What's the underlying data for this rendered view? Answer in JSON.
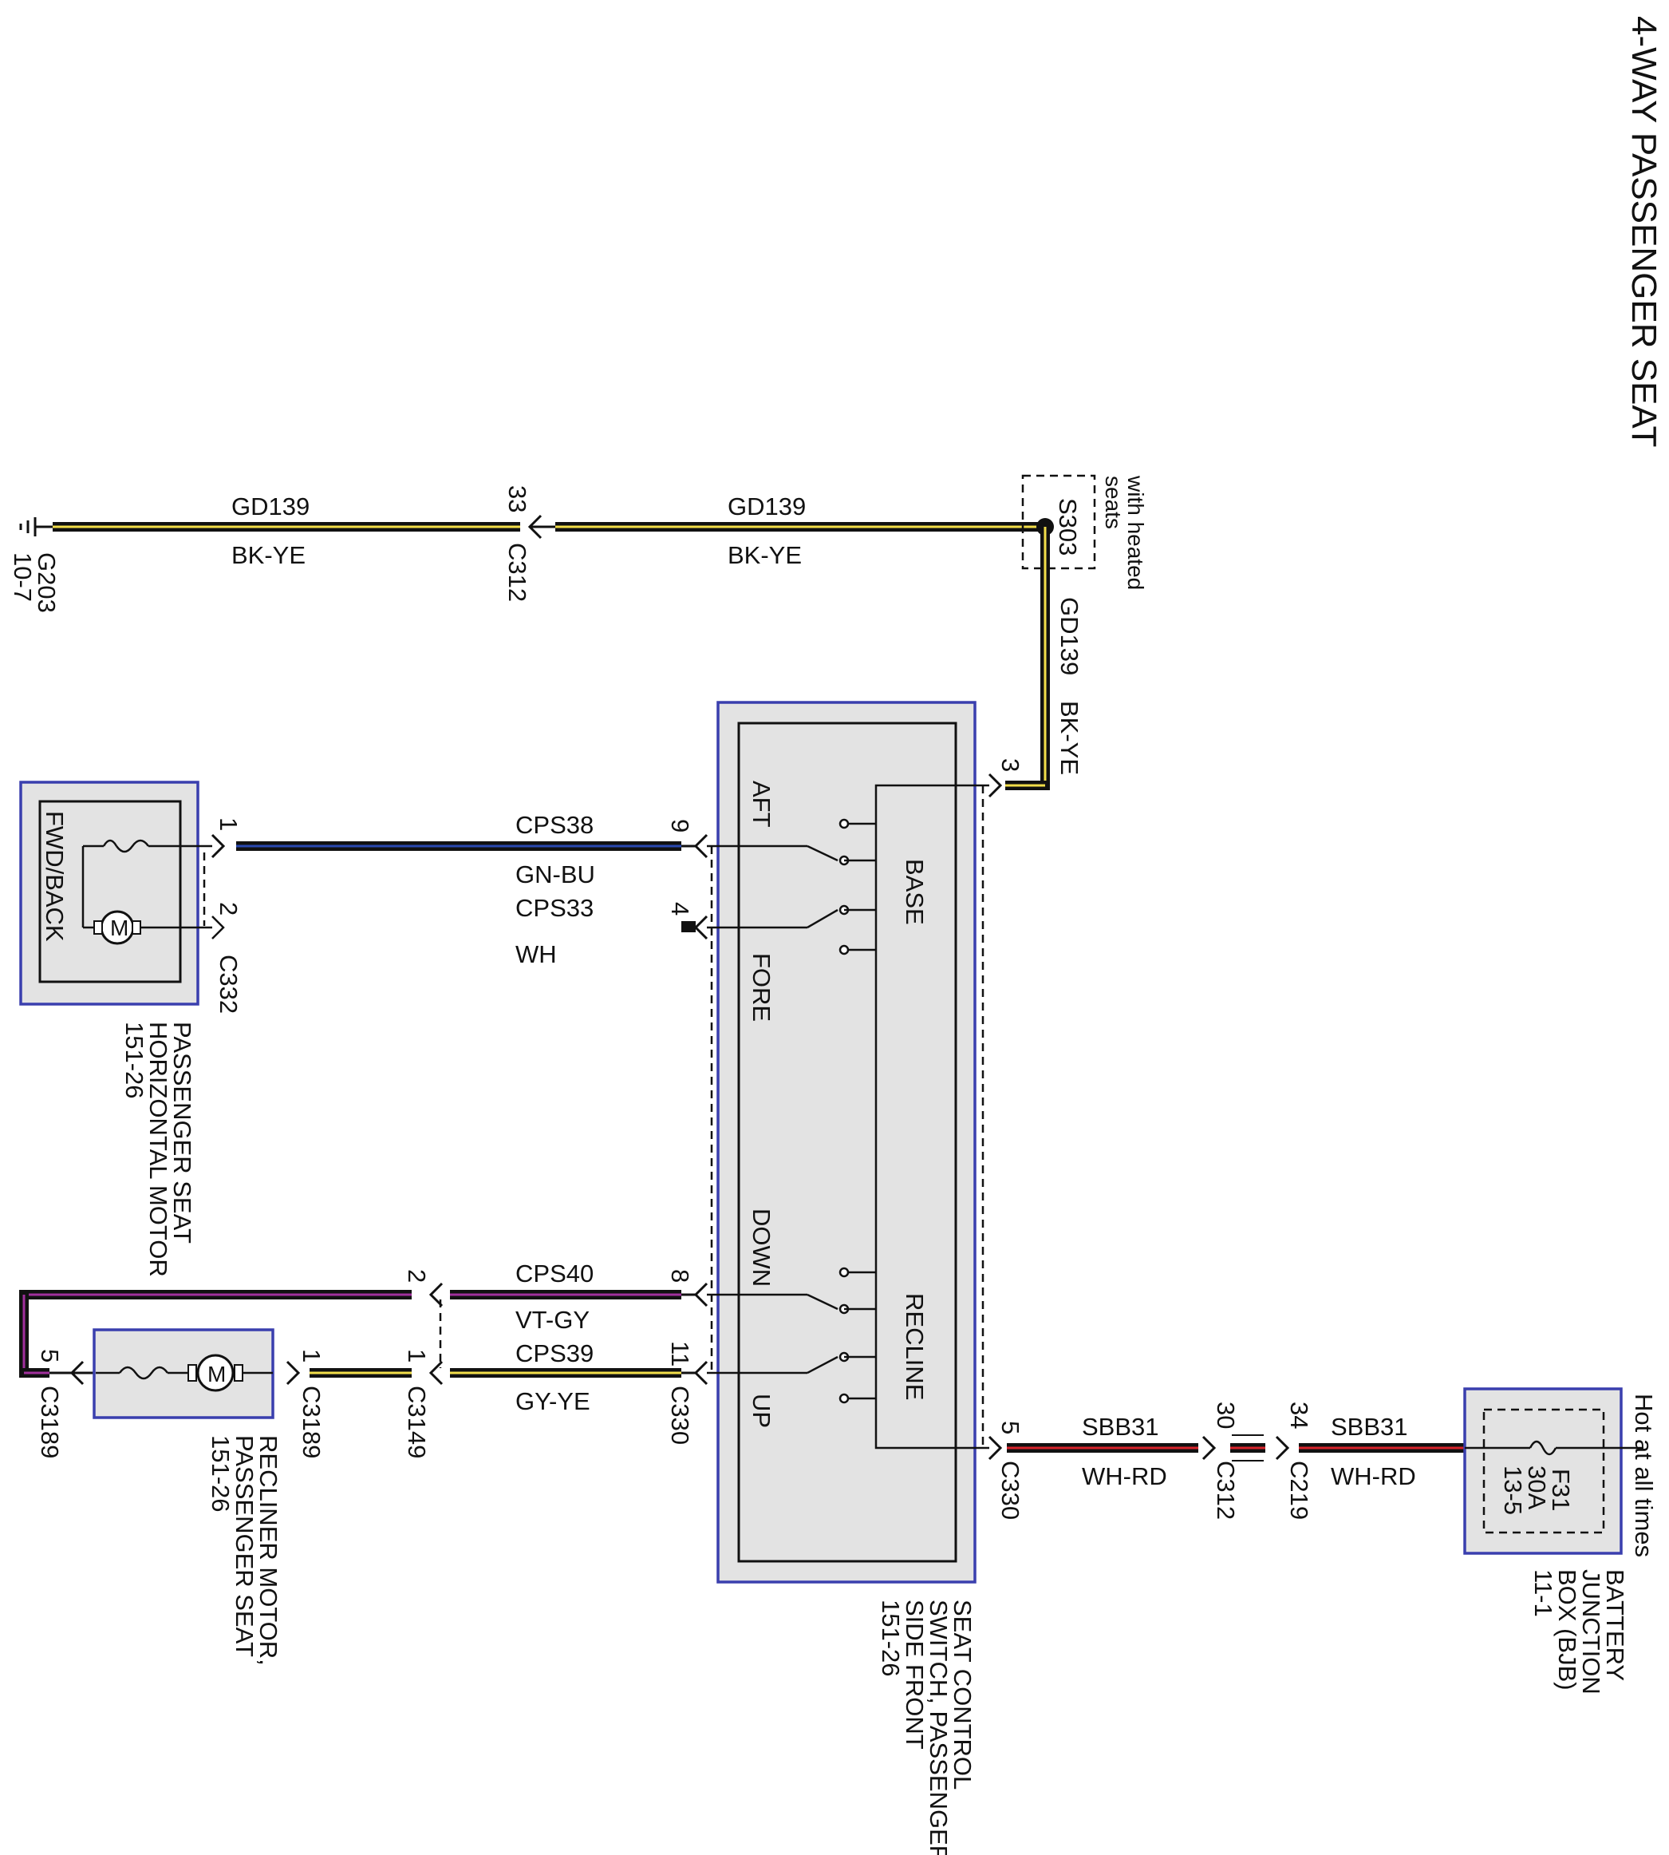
{
  "title": "4-WAY PASSENGER SEAT",
  "ground": {
    "id": "G203",
    "ref": "10-7"
  },
  "splice": {
    "id": "S303",
    "note_line1": "with heated",
    "note_line2": "seats"
  },
  "battery_box": {
    "header": "Hot at all times",
    "fuse": "F31",
    "rating": "30A",
    "ref": "13-5",
    "name_line1": "BATTERY",
    "name_line2": "JUNCTION",
    "name_line3": "BOX (BJB)",
    "name_line4": "11-1"
  },
  "seat_switch": {
    "name_line1": "SEAT CONTROL",
    "name_line2": "SWITCH, PASSENGER",
    "name_line3": "SIDE FRONT",
    "name_line4": "151-26",
    "base_label": "BASE",
    "recline_label": "RECLINE",
    "aft": "AFT",
    "fore": "FORE",
    "down": "DOWN",
    "up": "UP"
  },
  "horizontal_motor": {
    "label": "FWD/BACK",
    "motor": "M",
    "name_line1": "PASSENGER SEAT",
    "name_line2": "HORIZONTAL MOTOR",
    "name_line3": "151-26"
  },
  "recliner_motor": {
    "motor": "M",
    "name_line1": "RECLINER MOTOR,",
    "name_line2": "PASSENGER SEAT",
    "name_line3": "151-26"
  },
  "wires": {
    "gd139_left": {
      "circuit": "GD139",
      "color": "BK-YE"
    },
    "gd139_right": {
      "circuit": "GD139",
      "color": "BK-YE"
    },
    "gd139_vertical": {
      "circuit": "GD139",
      "color": "BK-YE"
    },
    "cps38": {
      "circuit": "CPS38",
      "color": "GN-BU"
    },
    "cps33": {
      "circuit": "CPS33",
      "color": "WH"
    },
    "cps40": {
      "circuit": "CPS40",
      "color": "VT-GY"
    },
    "cps39": {
      "circuit": "CPS39",
      "color": "GY-YE"
    },
    "sbb31_left": {
      "circuit": "SBB31",
      "color": "WH-RD"
    },
    "sbb31_right": {
      "circuit": "SBB31",
      "color": "WH-RD"
    }
  },
  "connectors": {
    "c312_top": {
      "id": "C312",
      "pin": "33"
    },
    "c332": {
      "id": "C332",
      "pin1": "1",
      "pin2": "2"
    },
    "c330_left": {
      "id": "C330",
      "pin9": "9",
      "pin4": "4",
      "pin8": "8",
      "pin11": "11"
    },
    "c330_right": {
      "id": "C330",
      "pin3": "3",
      "pin5": "5"
    },
    "c312_bottom": {
      "id": "C312",
      "pin": "30"
    },
    "c219": {
      "id": "C219",
      "pin": "34"
    },
    "c3149": {
      "id": "C3149",
      "pin2": "2",
      "pin1": "1"
    },
    "c3189_motor": {
      "id": "C3189",
      "pin": "1"
    },
    "c3189_far": {
      "id": "C3189",
      "pin": "5"
    }
  },
  "colors": {
    "box_border": "#3a3fae",
    "box_fill": "#e3e3e3",
    "yellow": "#f2de4a",
    "blue": "#2848b0",
    "red": "#d8232a",
    "violet": "#a0309c"
  }
}
